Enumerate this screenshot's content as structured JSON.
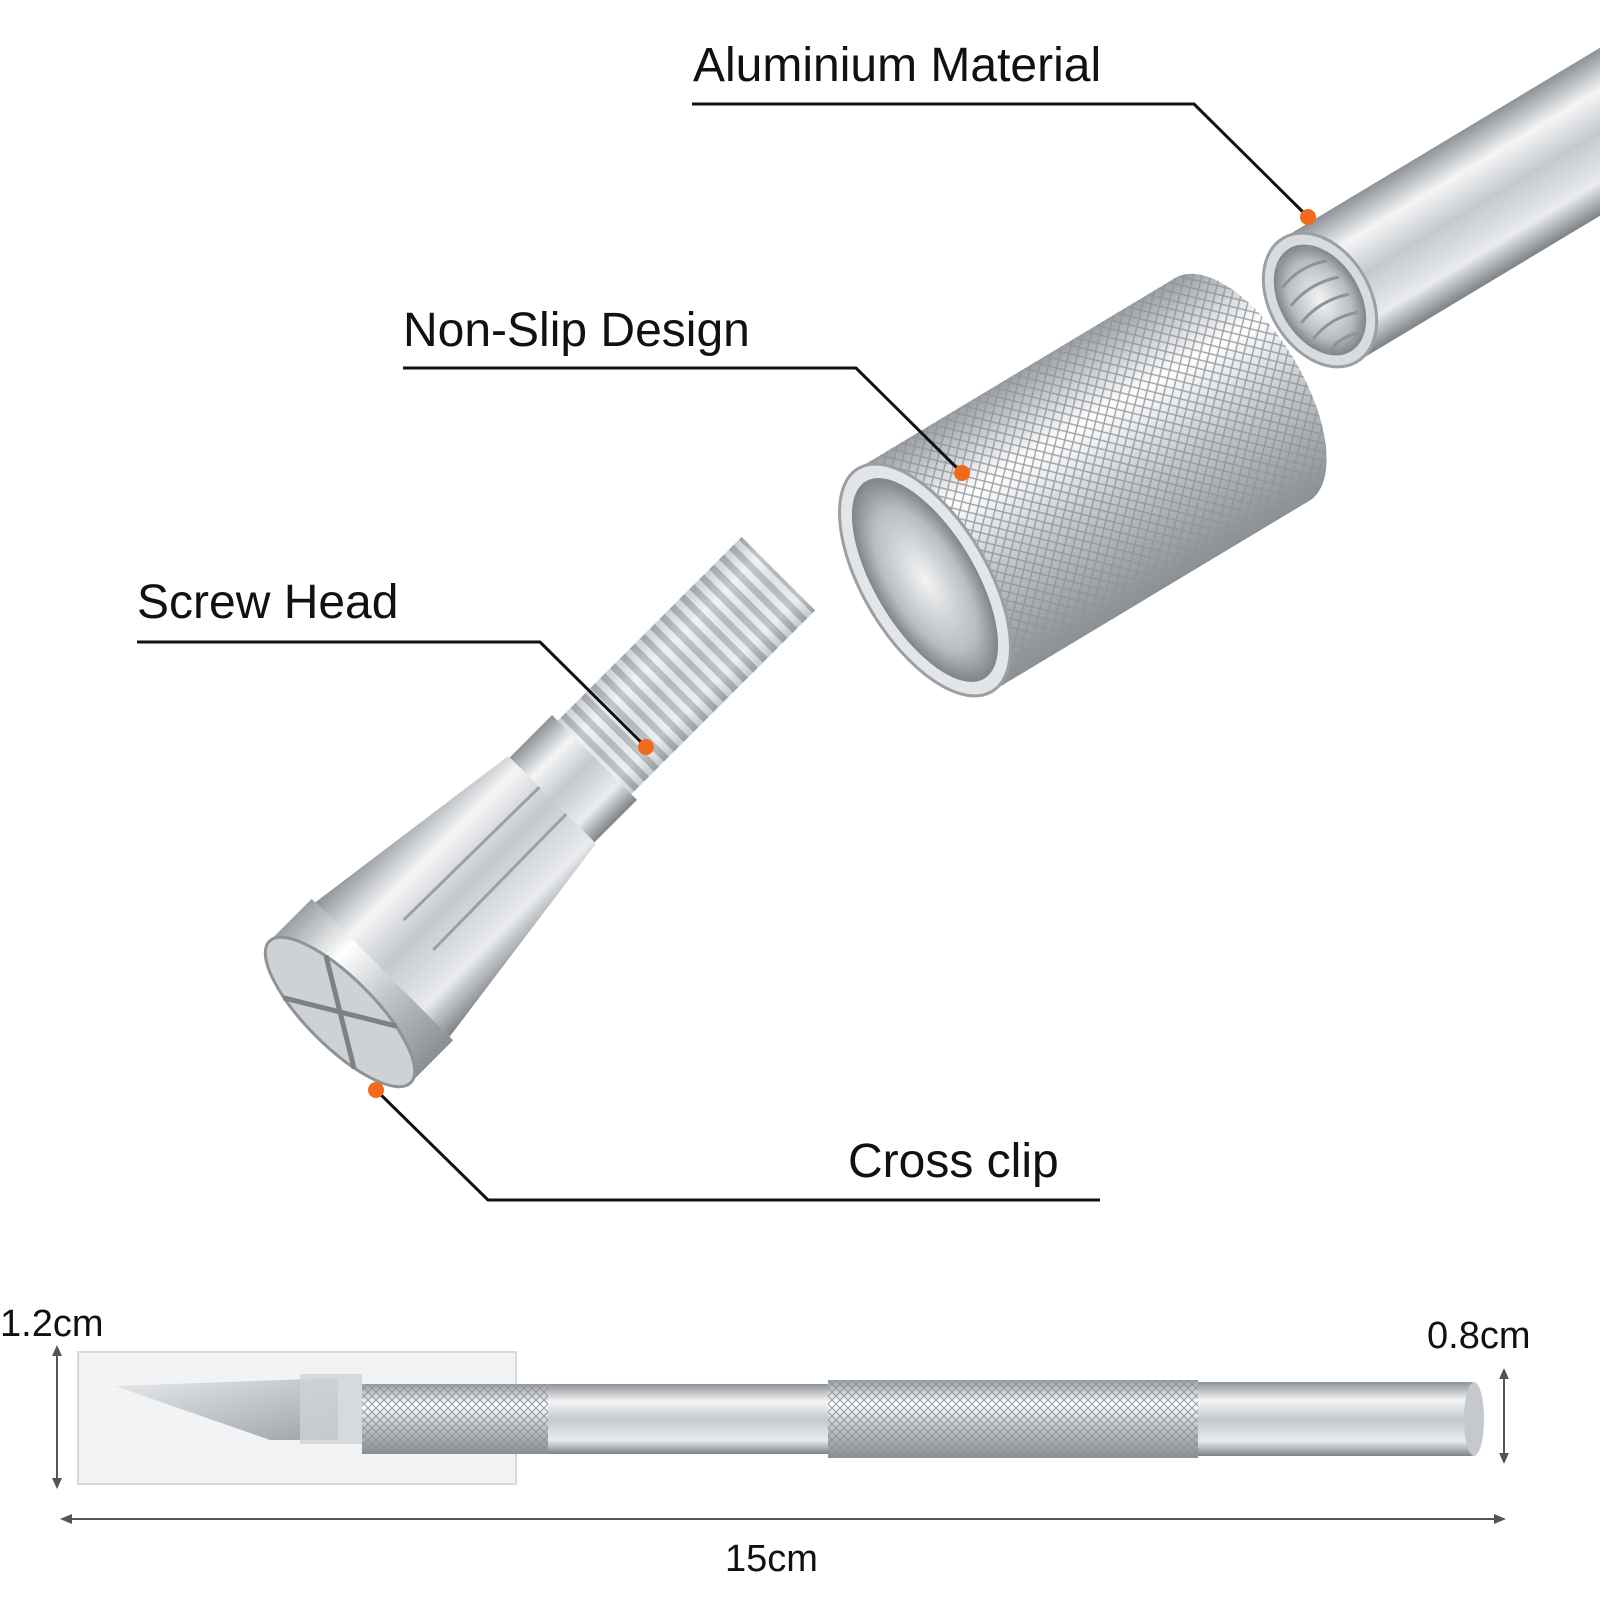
{
  "callouts": {
    "aluminium": "Aluminium Material",
    "non_slip": "Non-Slip Design",
    "screw_head": "Screw Head",
    "cross_clip": "Cross clip"
  },
  "dimensions": {
    "height_blade_end": "1.2cm",
    "height_handle_end": "0.8cm",
    "total_length": "15cm"
  },
  "colors": {
    "marker": "#f26a1b",
    "line": "#111111",
    "metal": "#c9cdd1"
  }
}
